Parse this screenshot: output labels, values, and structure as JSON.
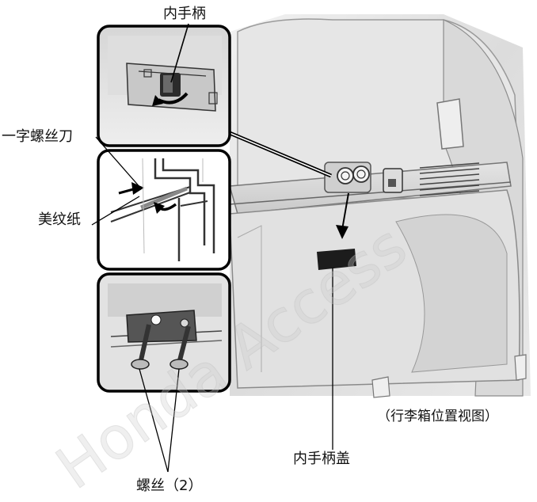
{
  "labels": {
    "inner_handle": "内手柄",
    "flat_screwdriver": "一字螺丝刀",
    "masking_tape": "美纹纸",
    "view_caption": "（行李箱位置视图）",
    "inner_handle_cover": "内手柄盖",
    "screws": "螺丝（2）"
  },
  "watermark": "Honda Access"
}
